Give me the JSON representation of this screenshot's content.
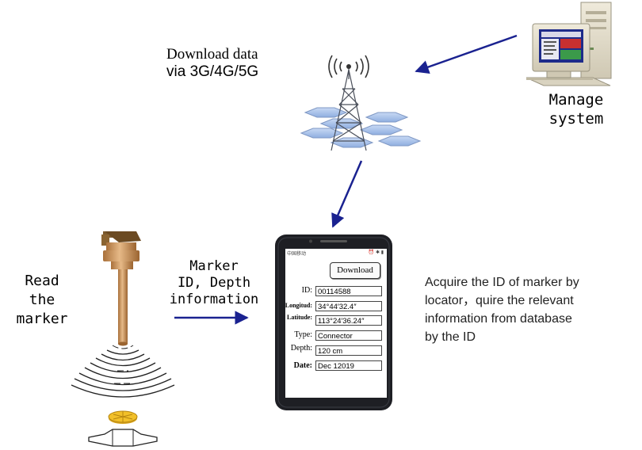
{
  "download_label": [
    "Download data",
    "via 3G/4G/5G"
  ],
  "manage_label": [
    "Manage",
    "system"
  ],
  "read_label": [
    "Read",
    "the",
    "marker"
  ],
  "marker_info_label": [
    "Marker",
    "ID, Depth",
    "information"
  ],
  "description": [
    "Acquire the ID of marker by",
    "locator，quire the relevant",
    "information from database",
    "by the ID"
  ],
  "phone": {
    "status_carrier": "中国移动",
    "status_icons": "⏰ ✱ ▮",
    "download_button": "Download",
    "fields": [
      {
        "label": "ID:",
        "value": "00114588"
      },
      {
        "label": "Longitud:",
        "value": "34°44′32.4″"
      },
      {
        "label": "Latitude:",
        "value": "113°24′36.24″"
      },
      {
        "label": "Type:",
        "value": "Connector"
      },
      {
        "label": "Depth:",
        "value": "120 cm"
      },
      {
        "label": "Date:",
        "value": "Dec 12019"
      }
    ]
  },
  "colors": {
    "arrow": "#1a2290",
    "hex_tile": "#a9c1e8",
    "phone_body": "#1e1f24",
    "locator_brass": "#c9955a"
  },
  "icons": [
    "signal-tower-icon",
    "desktop-computer-icon",
    "smartphone-icon",
    "marker-locator-icon"
  ]
}
